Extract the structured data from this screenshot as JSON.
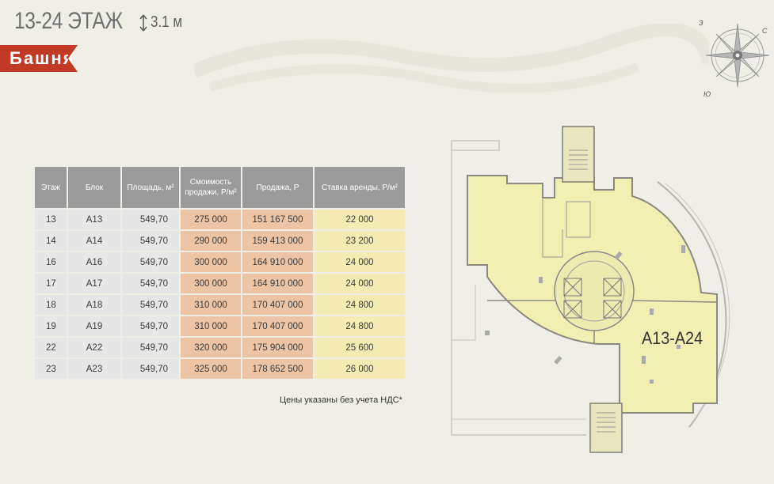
{
  "header": {
    "floor_title": "13-24 ЭТАЖ",
    "ceiling_height": "3.1 м",
    "building_badge": "Башня"
  },
  "compass": {
    "west_label": "З",
    "south_label": "Ю",
    "east_label": "С"
  },
  "table": {
    "columns": [
      "Этаж",
      "Блок",
      "Площадь, м²",
      "Смоимость продажи, Р/м²",
      "Продажа, Р",
      "Ставка аренды, Р/м²"
    ],
    "rows": [
      [
        "13",
        "А13",
        "549,70",
        "275 000",
        "151 167 500",
        "22 000"
      ],
      [
        "14",
        "А14",
        "549,70",
        "290 000",
        "159 413 000",
        "23 200"
      ],
      [
        "16",
        "А16",
        "549,70",
        "300 000",
        "164 910 000",
        "24 000"
      ],
      [
        "17",
        "А17",
        "549,70",
        "300 000",
        "164 910 000",
        "24 000"
      ],
      [
        "18",
        "А18",
        "549,70",
        "310 000",
        "170 407 000",
        "24 800"
      ],
      [
        "19",
        "А19",
        "549,70",
        "310 000",
        "170 407 000",
        "24 800"
      ],
      [
        "22",
        "А22",
        "549,70",
        "320 000",
        "175 904 000",
        "25 600"
      ],
      [
        "23",
        "А23",
        "549,70",
        "325 000",
        "178 652 500",
        "26 000"
      ]
    ],
    "footnote": "Цены указаны без учета НДС*"
  },
  "plan": {
    "zone_label": "А13-А24"
  },
  "colors": {
    "badge": "#c23a25",
    "cost_cells": "#ecc4a6",
    "rent_cells": "#f4ecb3",
    "header_cells": "#9b9b9b",
    "plan_fill": "#f0efb0"
  }
}
